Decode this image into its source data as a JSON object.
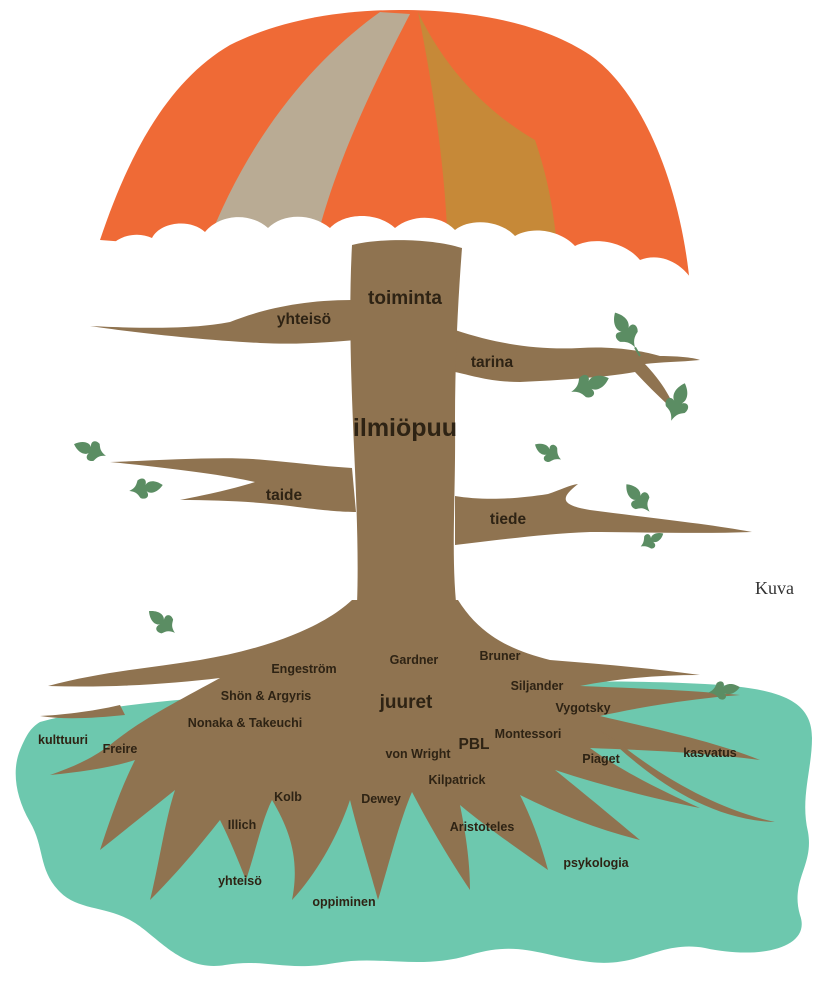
{
  "diagram": {
    "title": "ilmiöpuu",
    "trunk": {
      "label": "toiminta"
    },
    "branches": [
      {
        "key": "yhteiso_branch",
        "label": "yhteisö"
      },
      {
        "key": "tarina",
        "label": "tarina"
      },
      {
        "key": "taide",
        "label": "taide"
      },
      {
        "key": "tiede",
        "label": "tiede"
      }
    ],
    "roots": {
      "label": "juuret",
      "names": [
        "Gardner",
        "Bruner",
        "Engeström",
        "Siljander",
        "Shön & Argyris",
        "Vygotsky",
        "Nonaka & Takeuchi",
        "Montessori",
        "PBL",
        "Freire",
        "von Wright",
        "Piaget",
        "Kilpatrick",
        "Kolb",
        "Dewey",
        "Aristoteles",
        "Illich"
      ]
    },
    "ground": {
      "labels": [
        "kulttuuri",
        "kasvatus",
        "yhteisö",
        "oppiminen",
        "psykologia"
      ]
    }
  },
  "caption": "Kuva",
  "colors": {
    "umbrella_orange": "#ef6a36",
    "umbrella_grey": "#b9ab94",
    "umbrella_ochre": "#c68938",
    "wood": "#8f7350",
    "water": "#6dc8ae",
    "leaf": "#5b8d63"
  },
  "icons": [
    "leaf-icon"
  ]
}
